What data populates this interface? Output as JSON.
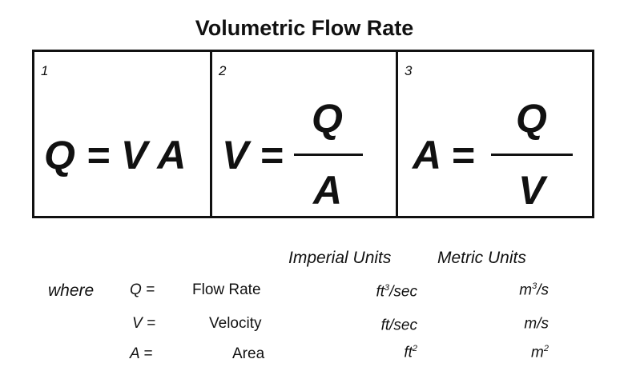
{
  "title": "Volumetric Flow Rate",
  "formulas": [
    {
      "number": "1",
      "expression": "Q = V A"
    },
    {
      "number": "2",
      "lhs": "V =",
      "numerator": "Q",
      "denominator": "A"
    },
    {
      "number": "3",
      "lhs": "A =",
      "numerator": "Q",
      "denominator": "V"
    }
  ],
  "table": {
    "headers": {
      "imperial": "Imperial Units",
      "metric": "Metric Units"
    },
    "where_label": "where",
    "rows": [
      {
        "symbol": "Q =",
        "name": "Flow Rate",
        "imperial": "ft",
        "imperial_sup": "3",
        "imperial_suffix": "/sec",
        "metric": "m",
        "metric_sup": "3",
        "metric_suffix": "/s"
      },
      {
        "symbol": "V =",
        "name": "Velocity",
        "imperial": "ft/sec",
        "imperial_sup": "",
        "imperial_suffix": "",
        "metric": "m/s",
        "metric_sup": "",
        "metric_suffix": ""
      },
      {
        "symbol": "A =",
        "name": "Area",
        "imperial": "ft",
        "imperial_sup": "2",
        "imperial_suffix": "",
        "metric": "m",
        "metric_sup": "2",
        "metric_suffix": ""
      }
    ]
  }
}
